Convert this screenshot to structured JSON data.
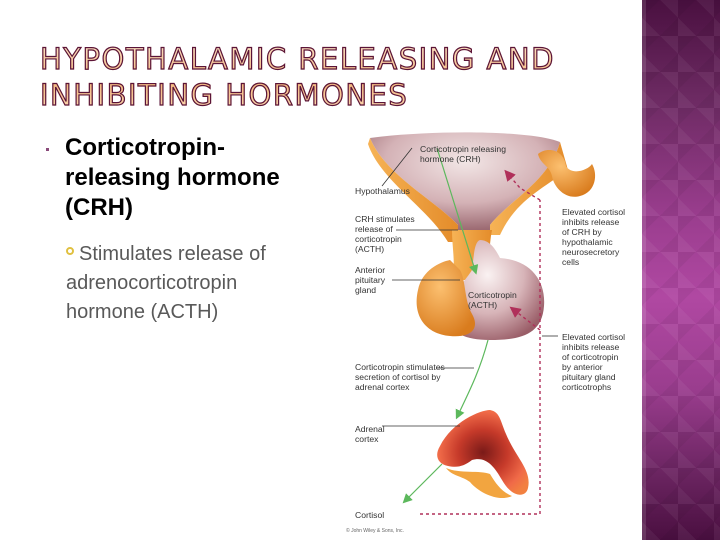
{
  "slide": {
    "title": "Hypothalamic Releasing and Inhibiting Hormones",
    "bullets": [
      {
        "level": 1,
        "text": "Corticotropin-releasing hormone (CRH)",
        "children": [
          {
            "level": 2,
            "text": "Stimulates release of adrenocorticotropin hormone (ACTH)"
          }
        ]
      }
    ]
  },
  "diagram": {
    "labels": {
      "crh": "Corticotropin releasing\nhormone (CRH)",
      "hypothalamus": "Hypothalamus",
      "crh_stimulates": "CRH stimulates\nrelease of\ncorticotropin\n(ACTH)",
      "anterior_pituitary": "Anterior\npituitary\ngland",
      "acth": "Corticotropin\n(ACTH)",
      "acth_stimulates": "Corticotropin stimulates\nsecretion of cortisol by\nadrenal cortex",
      "adrenal_cortex": "Adrenal\ncortex",
      "cortisol": "Cortisol",
      "feedback_crh": "Elevated cortisol\ninhibits release\nof CRH by\nhypothalamic\nneurosecretory\ncells",
      "feedback_acth": "Elevated cortisol\ninhibits release\nof corticotropin\nby anterior\npituitary gland\ncorticotrophs",
      "copyright": "© John Wiley & Sons, Inc."
    },
    "colors": {
      "hypothalamus": "#c9a0a6",
      "stalk": "#f0a040",
      "pituitary_posterior": "#e8962e",
      "pituitary_anterior": "#d4aeb2",
      "adrenal": "#e0503a",
      "stimulate_arrow": "#5cb85c",
      "inhibit_arrow": "#b0305a"
    }
  },
  "theme": {
    "side_band_color": "#9a3d8e",
    "title_fill": "#f4b77c",
    "title_stroke": "#5a1438",
    "level2_bullet_color": "#e0c040"
  }
}
